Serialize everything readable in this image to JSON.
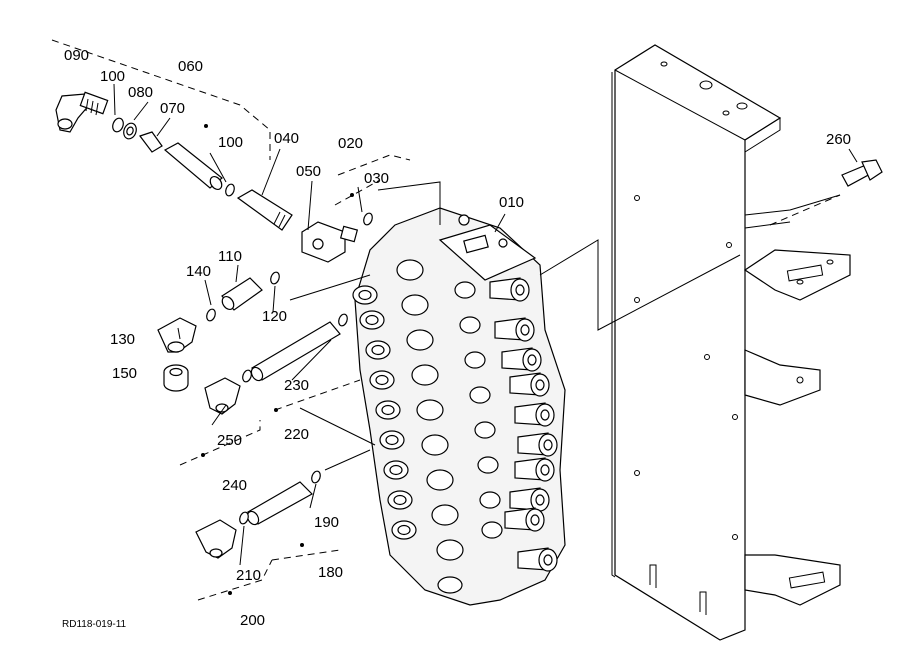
{
  "diagram": {
    "drawing_code": "RD118-019-11",
    "parts": [
      {
        "id": "p090",
        "label": "090"
      },
      {
        "id": "p100a",
        "label": "100"
      },
      {
        "id": "p080",
        "label": "080"
      },
      {
        "id": "p060",
        "label": "060"
      },
      {
        "id": "p070",
        "label": "070"
      },
      {
        "id": "p100b",
        "label": "100"
      },
      {
        "id": "p040",
        "label": "040"
      },
      {
        "id": "p020",
        "label": "020"
      },
      {
        "id": "p050",
        "label": "050"
      },
      {
        "id": "p030",
        "label": "030"
      },
      {
        "id": "p010",
        "label": "010"
      },
      {
        "id": "p260",
        "label": "260"
      },
      {
        "id": "p110",
        "label": "110"
      },
      {
        "id": "p140",
        "label": "140"
      },
      {
        "id": "p120",
        "label": "120"
      },
      {
        "id": "p130",
        "label": "130"
      },
      {
        "id": "p150",
        "label": "150"
      },
      {
        "id": "p230",
        "label": "230"
      },
      {
        "id": "p250",
        "label": "250"
      },
      {
        "id": "p220",
        "label": "220"
      },
      {
        "id": "p240",
        "label": "240"
      },
      {
        "id": "p190",
        "label": "190"
      },
      {
        "id": "p210",
        "label": "210"
      },
      {
        "id": "p180",
        "label": "180"
      },
      {
        "id": "p200",
        "label": "200"
      }
    ]
  }
}
